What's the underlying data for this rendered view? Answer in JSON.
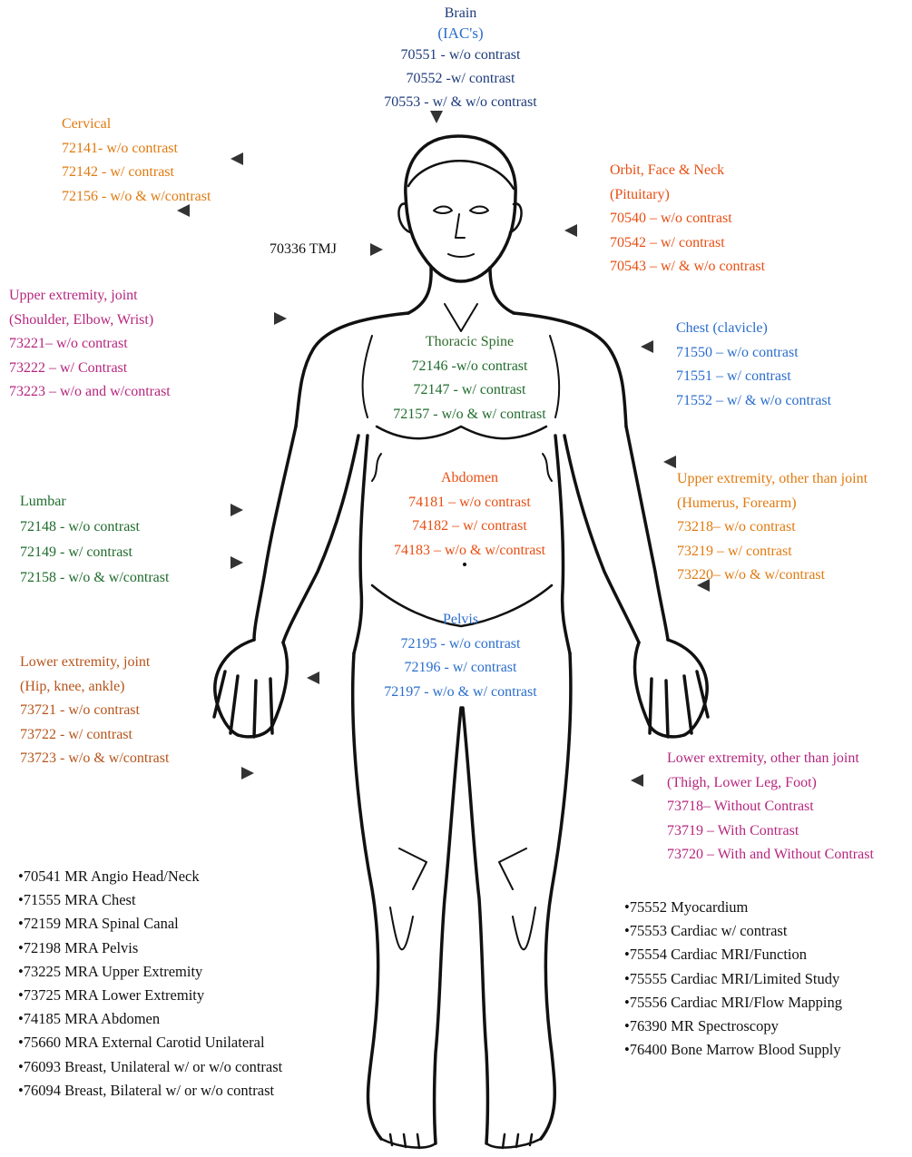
{
  "colors": {
    "navy": "#1d3a7a",
    "orange": "#e07a10",
    "red_orange": "#e84e12",
    "magenta": "#b5267e",
    "blue": "#2a6dcc",
    "green": "#1f6b2c",
    "dark_green": "#2e6b2e",
    "black": "#111111"
  },
  "brain": {
    "title": "Brain",
    "subtitle": "(IAC's)",
    "items": [
      "70551 - w/o contrast",
      "70552 -w/ contrast",
      "70553 - w/ & w/o contrast"
    ]
  },
  "cervical": {
    "title": "Cervical",
    "items": [
      "72141- w/o contrast",
      "72142 - w/ contrast",
      "72156 - w/o & w/contrast"
    ]
  },
  "orbit": {
    "title": "Orbit, Face & Neck",
    "subtitle": "(Pituitary)",
    "items": [
      "70540 – w/o contrast",
      "70542 – w/ contrast",
      "70543 – w/ & w/o contrast"
    ]
  },
  "tmj": {
    "label": "70336 TMJ"
  },
  "upper_joint": {
    "title": "Upper extremity, joint",
    "subtitle": "(Shoulder, Elbow, Wrist)",
    "items": [
      "73221– w/o contrast",
      "73222 – w/ Contrast",
      "73223 – w/o and w/contrast"
    ]
  },
  "chest": {
    "title": "Chest  (clavicle)",
    "items": [
      "71550 – w/o contrast",
      "71551 – w/ contrast",
      "71552 – w/ & w/o contrast"
    ]
  },
  "thoracic": {
    "title": "Thoracic Spine",
    "items": [
      "72146 -w/o contrast",
      "72147 - w/ contrast",
      "72157 - w/o & w/ contrast"
    ]
  },
  "abdomen": {
    "title": "Abdomen",
    "items": [
      "74181 – w/o contrast",
      "74182 – w/ contrast",
      "74183 – w/o & w/contrast"
    ]
  },
  "upper_other": {
    "title": "Upper extremity, other than joint",
    "subtitle": "(Humerus, Forearm)",
    "items": [
      "73218– w/o contrast",
      "73219 – w/ contrast",
      "73220– w/o & w/contrast"
    ]
  },
  "lumbar": {
    "title": "Lumbar",
    "items": [
      "72148 - w/o contrast",
      "72149 - w/ contrast",
      "72158 - w/o & w/contrast"
    ]
  },
  "pelvis": {
    "title": "Pelvis",
    "items": [
      "72195 - w/o contrast",
      "72196 - w/ contrast",
      "72197 - w/o & w/ contrast"
    ]
  },
  "lower_joint": {
    "title": "Lower extremity, joint",
    "subtitle": "(Hip, knee, ankle)",
    "items": [
      "73721 - w/o contrast",
      "73722 - w/ contrast",
      "73723 - w/o & w/contrast"
    ]
  },
  "lower_other": {
    "title": "Lower extremity, other than joint",
    "subtitle": "(Thigh, Lower Leg, Foot)",
    "items": [
      "73718– Without Contrast",
      "73719 – With Contrast",
      "73720 – With and Without Contrast"
    ]
  },
  "left_list": [
    "•70541 MR Angio Head/Neck",
    "•71555 MRA Chest",
    "•72159 MRA Spinal Canal",
    "•72198 MRA Pelvis",
    "•73225 MRA Upper Extremity",
    "•73725 MRA Lower Extremity",
    "•74185 MRA Abdomen",
    "•75660 MRA External Carotid Unilateral",
    "•76093 Breast, Unilateral w/ or w/o contrast",
    "•76094 Breast, Bilateral w/ or w/o contrast"
  ],
  "right_list": [
    "•75552 Myocardium",
    "•75553 Cardiac w/ contrast",
    "•75554 Cardiac MRI/Function",
    "•75555 Cardiac MRI/Limited Study",
    "•75556 Cardiac MRI/Flow Mapping",
    "•76390 MR Spectroscopy",
    "•76400 Bone Marrow Blood Supply"
  ]
}
